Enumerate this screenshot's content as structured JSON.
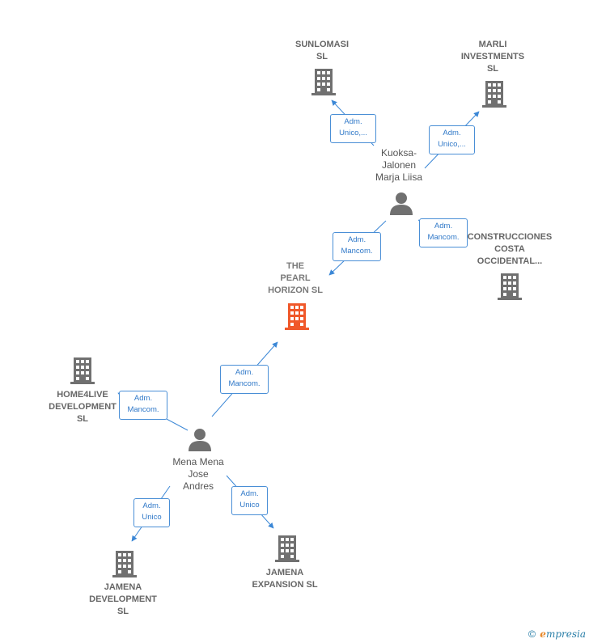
{
  "companies": {
    "sunlomasi": "SUNLOMASI\nSL",
    "marli": "MARLI\nINVESTMENTS\nSL",
    "construcciones": "CONSTRUCCIONES\nCOSTA\nOCCIDENTAL...",
    "pearl": "THE\nPEARL\nHORIZON  SL",
    "home4live": "HOME4LIVE\nDEVELOPMENT\nSL",
    "jamena_dev": "JAMENA\nDEVELOPMENT\nSL",
    "jamena_exp": "JAMENA\nEXPANSION  SL"
  },
  "persons": {
    "kuoksa": "Kuoksa-\nJalonen\nMarja Liisa",
    "mena": "Mena Mena\nJose\nAndres"
  },
  "edges": {
    "kuoksa_sunlomasi": "Adm.\nUnico,...",
    "kuoksa_marli": "Adm.\nUnico,...",
    "kuoksa_pearl": "Adm.\nMancom.",
    "kuoksa_construcciones": "Adm.\nMancom.",
    "mena_pearl": "Adm.\nMancom.",
    "mena_home4live": "Adm.\nMancom.",
    "mena_jamena_dev": "Adm.\nUnico",
    "mena_jamena_exp": "Adm.\nUnico"
  },
  "colors": {
    "building": "#707070",
    "focus": "#f0582a",
    "edge": "#3b87d6",
    "person": "#707070"
  },
  "brand": {
    "copyright": "©",
    "e": "e",
    "rest": "mpresia"
  }
}
